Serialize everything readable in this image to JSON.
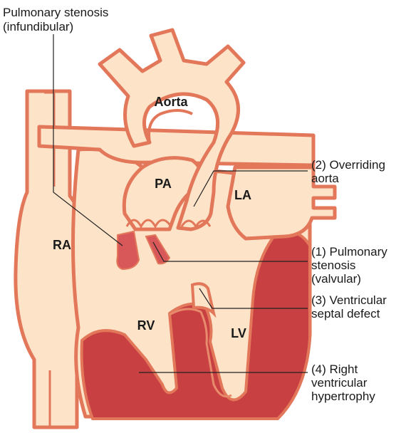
{
  "colors": {
    "outline": "#e2775a",
    "fill": "#fde3c8",
    "lumen": "#fdf0e0",
    "muscle": "#c94043",
    "muscle_light": "#d8585a",
    "leader": "#222222"
  },
  "chambers": {
    "aorta": "Aorta",
    "pa": "PA",
    "la": "LA",
    "ra": "RA",
    "rv": "RV",
    "lv": "LV"
  },
  "callouts": {
    "infundibular": [
      "Pulmonary stenosis",
      "(infundibular)"
    ],
    "overriding": [
      "(2) Overriding",
      "aorta"
    ],
    "valvular": [
      "(1) Pulmonary",
      "stenosis",
      "(valvular)"
    ],
    "vsd": [
      "(3) Ventricular",
      "septal defect"
    ],
    "hypertrophy": [
      "(4) Right",
      "ventricular",
      "hypertrophy"
    ]
  }
}
